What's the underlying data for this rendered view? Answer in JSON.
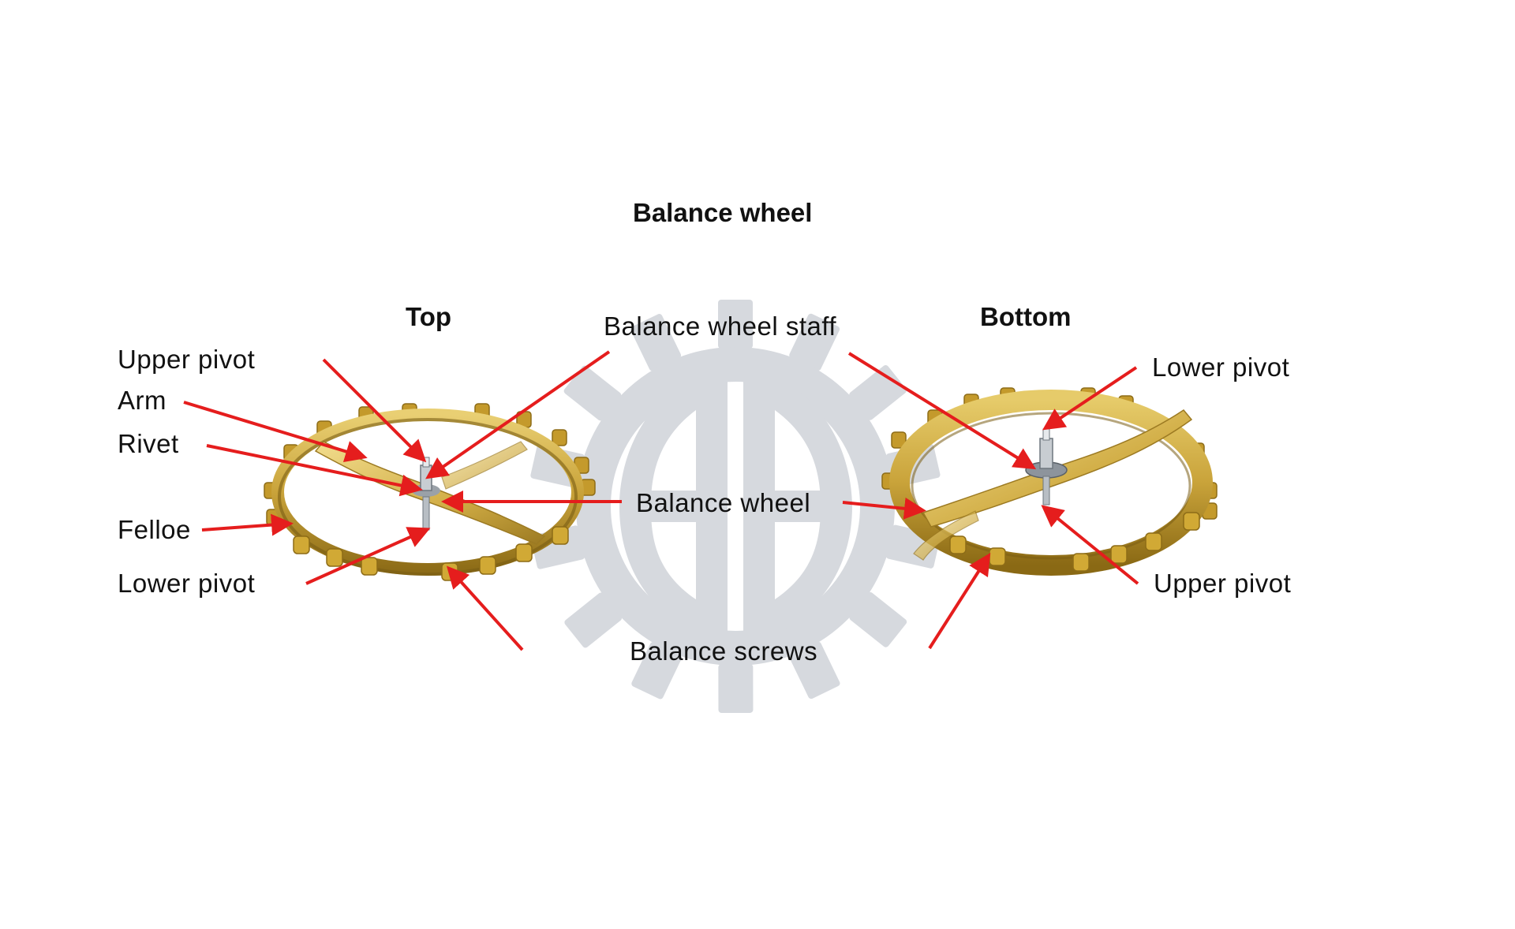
{
  "title": "Balance wheel",
  "views": {
    "top": "Top",
    "bottom": "Bottom"
  },
  "labels": {
    "balance_wheel_staff": "Balance wheel staff",
    "balance_wheel_center": "Balance wheel",
    "balance_screws": "Balance screws",
    "top_upper_pivot": "Upper pivot",
    "top_arm": "Arm",
    "top_rivet": "Rivet",
    "top_felloe": "Felloe",
    "top_lower_pivot": "Lower pivot",
    "bottom_lower_pivot": "Lower pivot",
    "bottom_upper_pivot": "Upper pivot"
  },
  "colors": {
    "arrow": "#e51d1d",
    "gold": "#c9a33a",
    "gold_dark": "#8d6c17",
    "watermark": "#d6d9de",
    "steel": "#8d949c"
  },
  "icons": {
    "watermark": "gear-logo-icon"
  }
}
